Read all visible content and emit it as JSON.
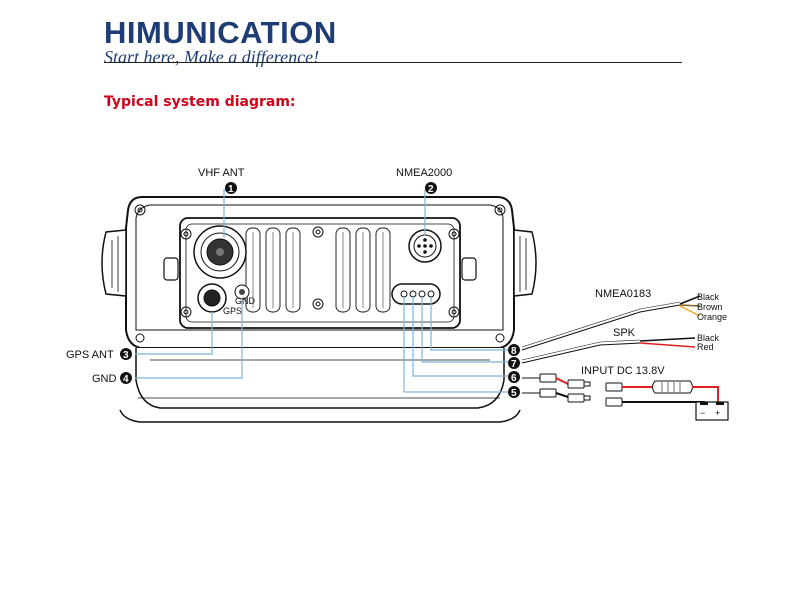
{
  "header": {
    "brand": "HIMUNICATION",
    "tagline": "Start here, Make a difference!",
    "section_title": "Typical system diagram:"
  },
  "diagram": {
    "connectors": [
      {
        "num": "1",
        "label": "VHF ANT"
      },
      {
        "num": "2",
        "label": "NMEA2000"
      },
      {
        "num": "3",
        "label": "GPS ANT"
      },
      {
        "num": "4",
        "label": "GND"
      },
      {
        "num": "5",
        "label": ""
      },
      {
        "num": "6",
        "label": ""
      },
      {
        "num": "7",
        "label": ""
      },
      {
        "num": "8",
        "label": ""
      }
    ],
    "gnd_port_label": "GND",
    "gps_port_label": "GPS",
    "nmea0183": {
      "label": "NMEA0183",
      "wires": [
        "Black",
        "Brown",
        "Orange"
      ]
    },
    "speaker": {
      "label": "SPK",
      "wires": [
        "Black",
        "Red"
      ]
    },
    "power": {
      "label": "INPUT DC 13.8V",
      "minus": "−",
      "plus": "+"
    }
  },
  "colors": {
    "brand": "#1e3d74",
    "section_title": "#d0021b",
    "wire_orange": "#f5a623",
    "wire_brown": "#8b5a2b",
    "wire_red": "#e02020",
    "guide_line": "#7fb3d5"
  }
}
